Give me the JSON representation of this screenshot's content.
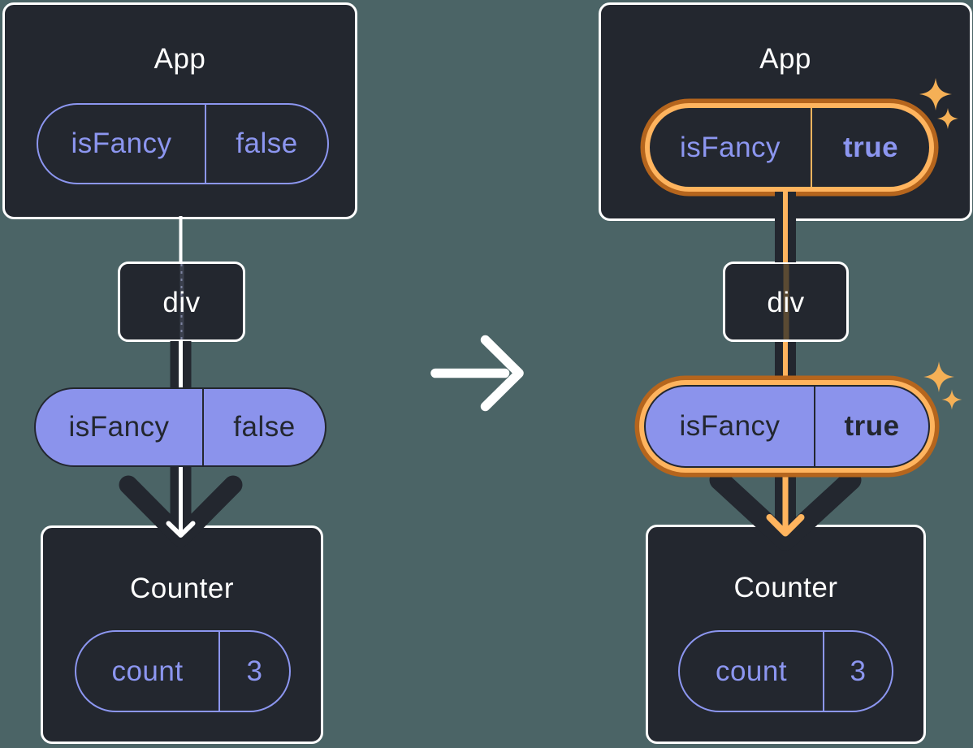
{
  "colors": {
    "bg": "#4B6466",
    "card-bg": "#23272F",
    "card-border": "#FFFFFF",
    "purple": "#8C96F0",
    "purple-fill": "#8B93EC",
    "line-dark": "#23272F",
    "orange-light": "#FFB45E",
    "orange-dark": "#B5651D",
    "sparkle": "#F5B056"
  },
  "icons": {
    "transition": "right-arrow-icon",
    "highlight": "sparkle-icon"
  },
  "before": {
    "app": {
      "title": "App",
      "prop": {
        "name": "isFancy",
        "value": "false"
      }
    },
    "div_node": {
      "label": "div"
    },
    "passed_prop": {
      "name": "isFancy",
      "value": "false"
    },
    "counter": {
      "title": "Counter",
      "state": {
        "name": "count",
        "value": "3"
      }
    }
  },
  "after": {
    "app": {
      "title": "App",
      "prop": {
        "name": "isFancy",
        "value": "true"
      }
    },
    "div_node": {
      "label": "div"
    },
    "passed_prop": {
      "name": "isFancy",
      "value": "true"
    },
    "counter": {
      "title": "Counter",
      "state": {
        "name": "count",
        "value": "3"
      }
    }
  }
}
